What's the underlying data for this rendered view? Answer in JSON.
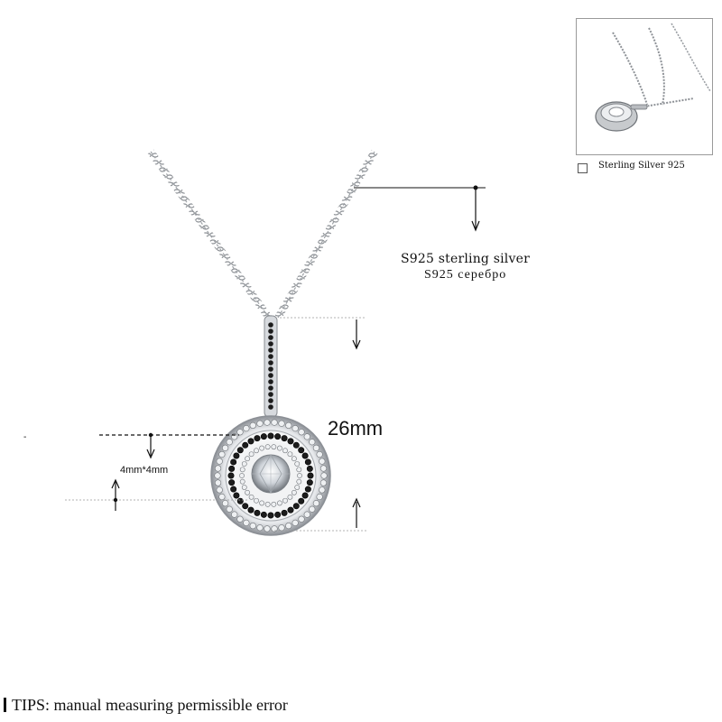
{
  "product": {
    "thumbnail": {
      "alt": "pendant necklace thumbnail"
    },
    "option": {
      "label": "Sterling Silver 925",
      "checked": false
    },
    "material": {
      "line_en": "S925 sterling silver",
      "line_ru": "S925 серебро"
    },
    "dimensions": {
      "pendant_height": "26mm",
      "stone_size": "4mm*4mm",
      "stray_mark": "-"
    },
    "tips": "TIPS: manual measuring permissible error"
  },
  "colors": {
    "metal": "#b9bcc0",
    "metal_dark": "#6f7378",
    "black_stone": "#1c1c1c",
    "white_stone": "#eef0f2",
    "guide_line": "#9a9a9a",
    "text": "#111111"
  },
  "icons": [
    "checkbox-icon",
    "arrow-down-icon",
    "arrow-up-icon",
    "pendant-image"
  ]
}
